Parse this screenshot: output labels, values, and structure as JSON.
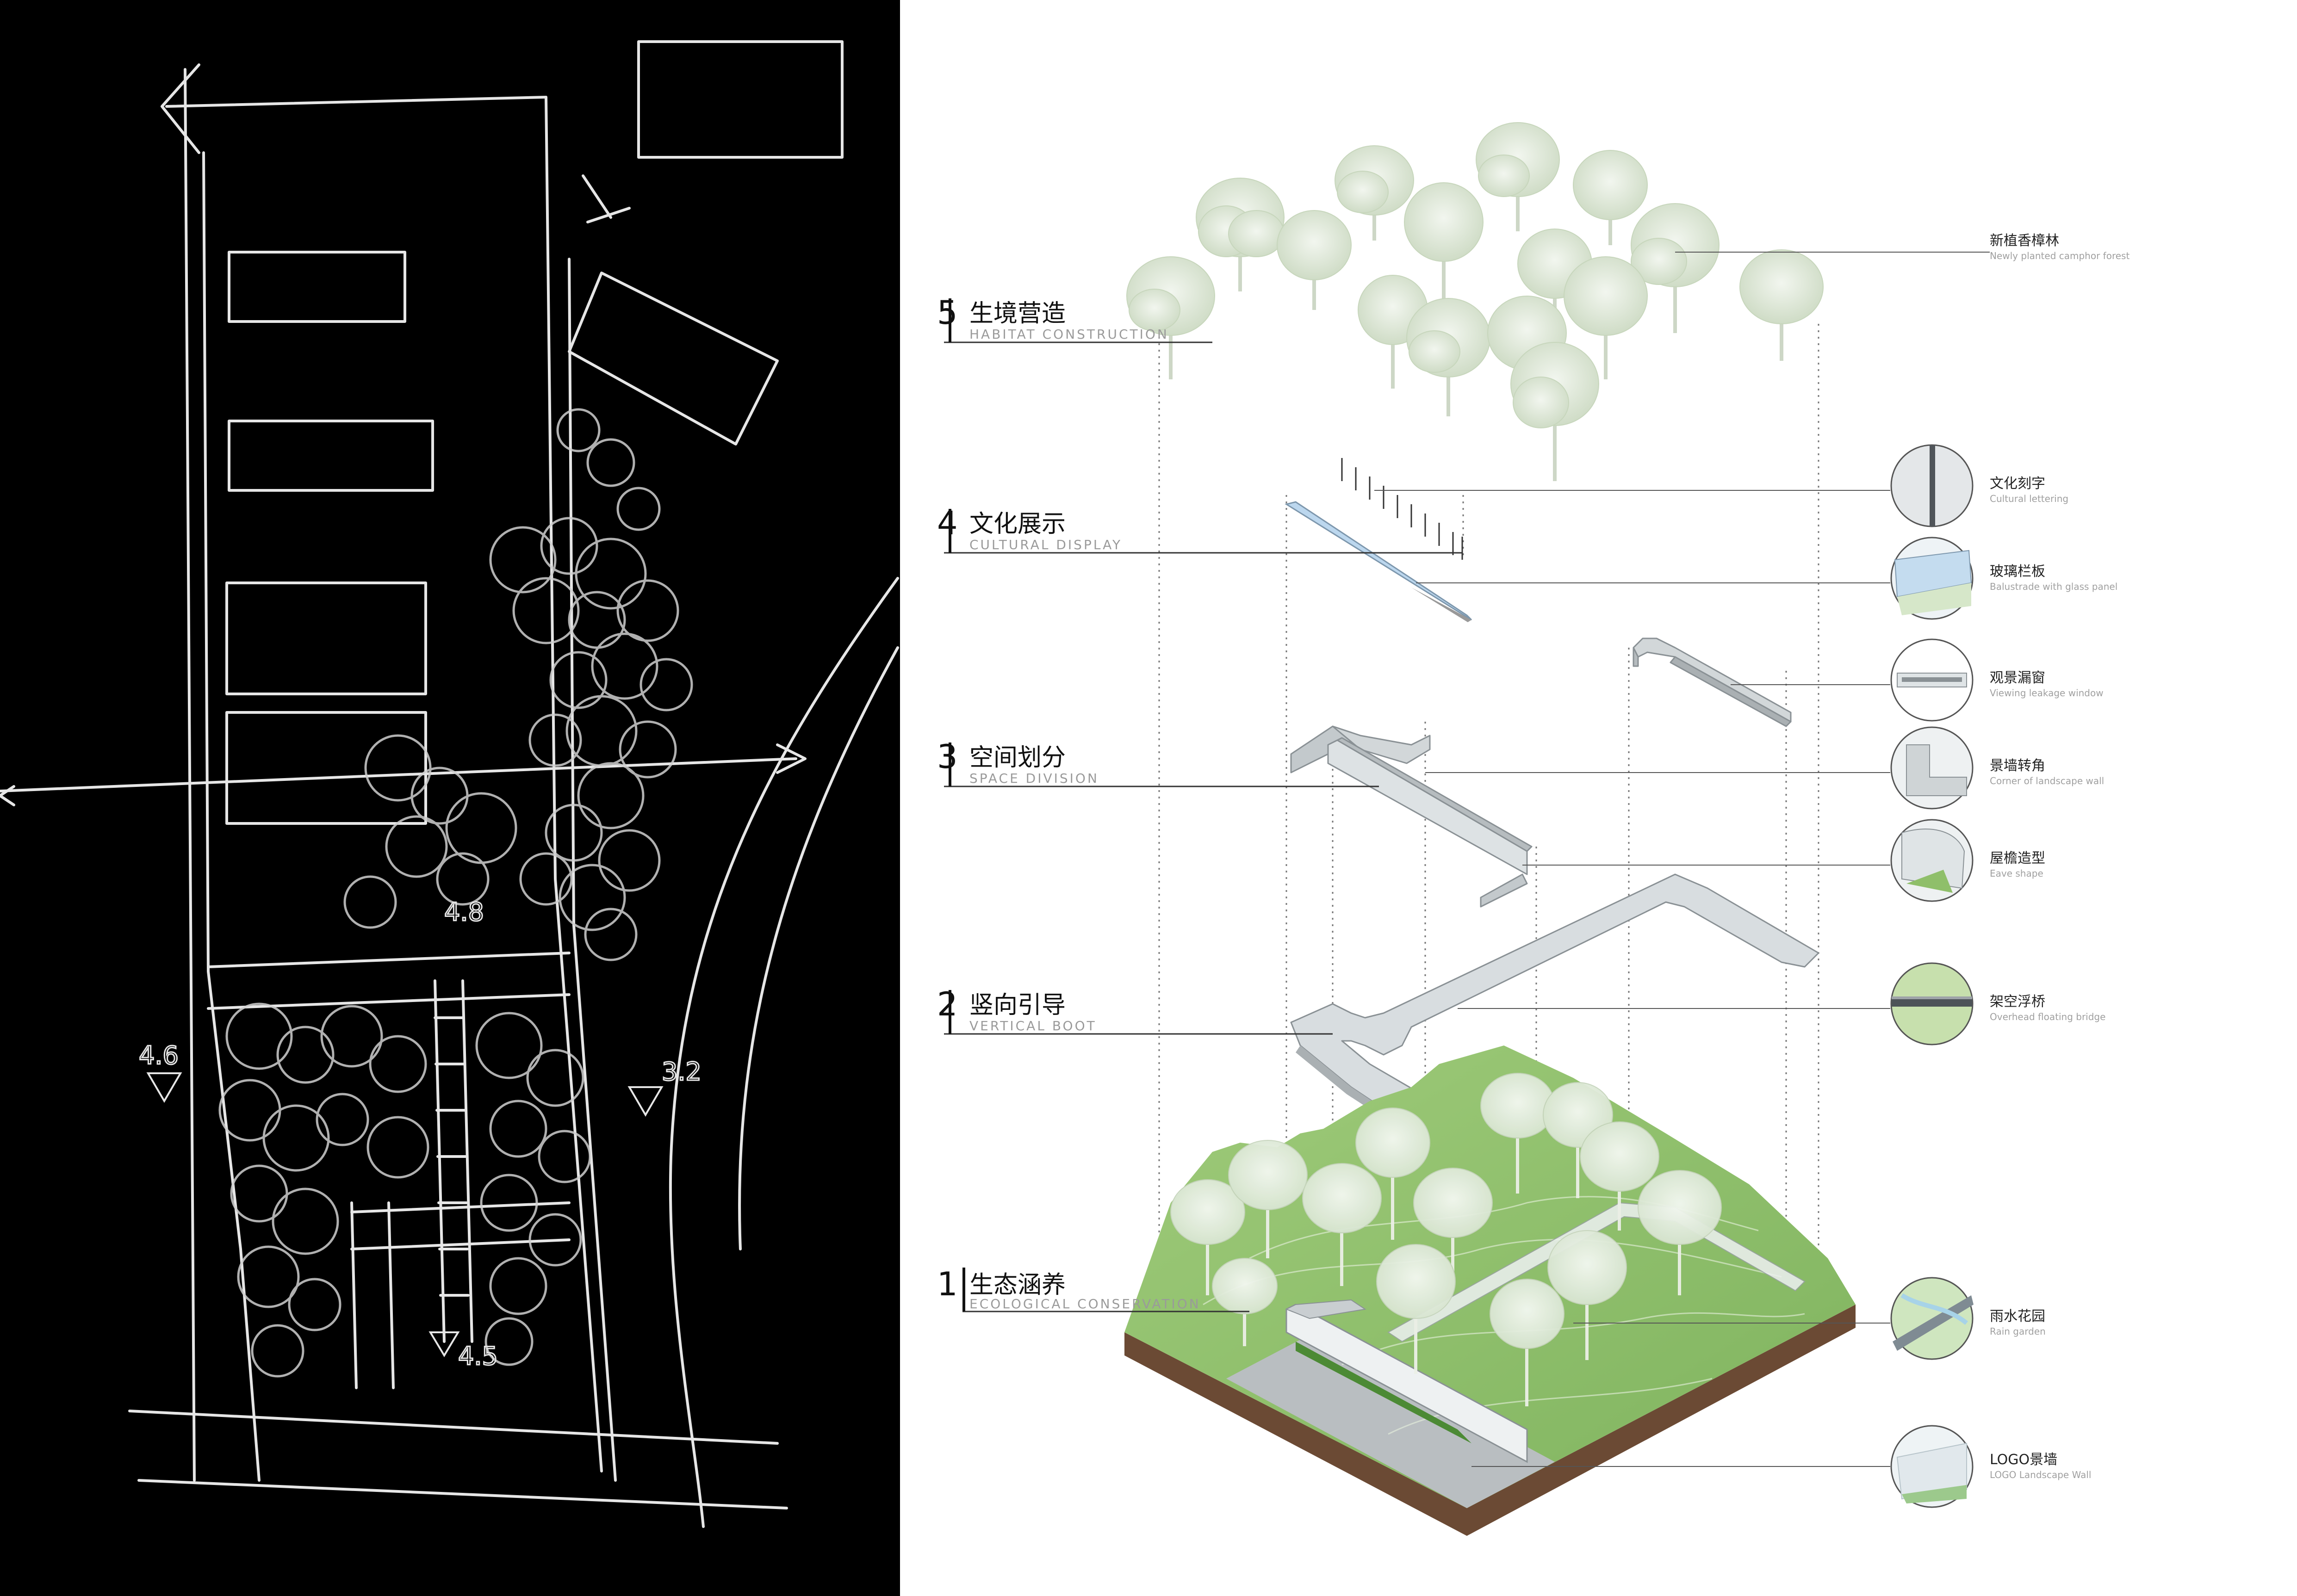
{
  "layers": [
    {
      "num": "5",
      "cn": "生境营造",
      "en": "HABITAT CONSTRUCTION"
    },
    {
      "num": "4",
      "cn": "文化展示",
      "en": "CULTURAL DISPLAY"
    },
    {
      "num": "3",
      "cn": "空间划分",
      "en": "SPACE DIVISION"
    },
    {
      "num": "2",
      "cn": "竖向引导",
      "en": "VERTICAL BOOT"
    },
    {
      "num": "1",
      "cn": "生态涵养",
      "en": "ECOLOGICAL CONSERVATION"
    }
  ],
  "callouts": [
    {
      "cn": "新植香樟林",
      "en": "Newly planted camphor forest"
    },
    {
      "cn": "文化刻字",
      "en": "Cultural lettering"
    },
    {
      "cn": "玻璃栏板",
      "en": "Balustrade with glass panel"
    },
    {
      "cn": "观景漏窗",
      "en": "Viewing leakage window"
    },
    {
      "cn": "景墙转角",
      "en": "Corner of landscape wall"
    },
    {
      "cn": "屋檐造型",
      "en": "Eave shape"
    },
    {
      "cn": "架空浮桥",
      "en": "Overhead floating bridge"
    },
    {
      "cn": "雨水花园",
      "en": "Rain garden"
    },
    {
      "cn": "LOGO景墙",
      "en": "LOGO Landscape Wall"
    }
  ],
  "sketch_elevations": [
    "4.6",
    "4.8",
    "4.5",
    "3.2"
  ],
  "colors": {
    "sketch_bg": "#000000",
    "sketch_line": "#e6e6e6",
    "grass": "#8fbf6a",
    "soil": "#6b4a34",
    "structure": "#c9ced1",
    "tree": "#dfe8d8",
    "leader": "#555555"
  }
}
